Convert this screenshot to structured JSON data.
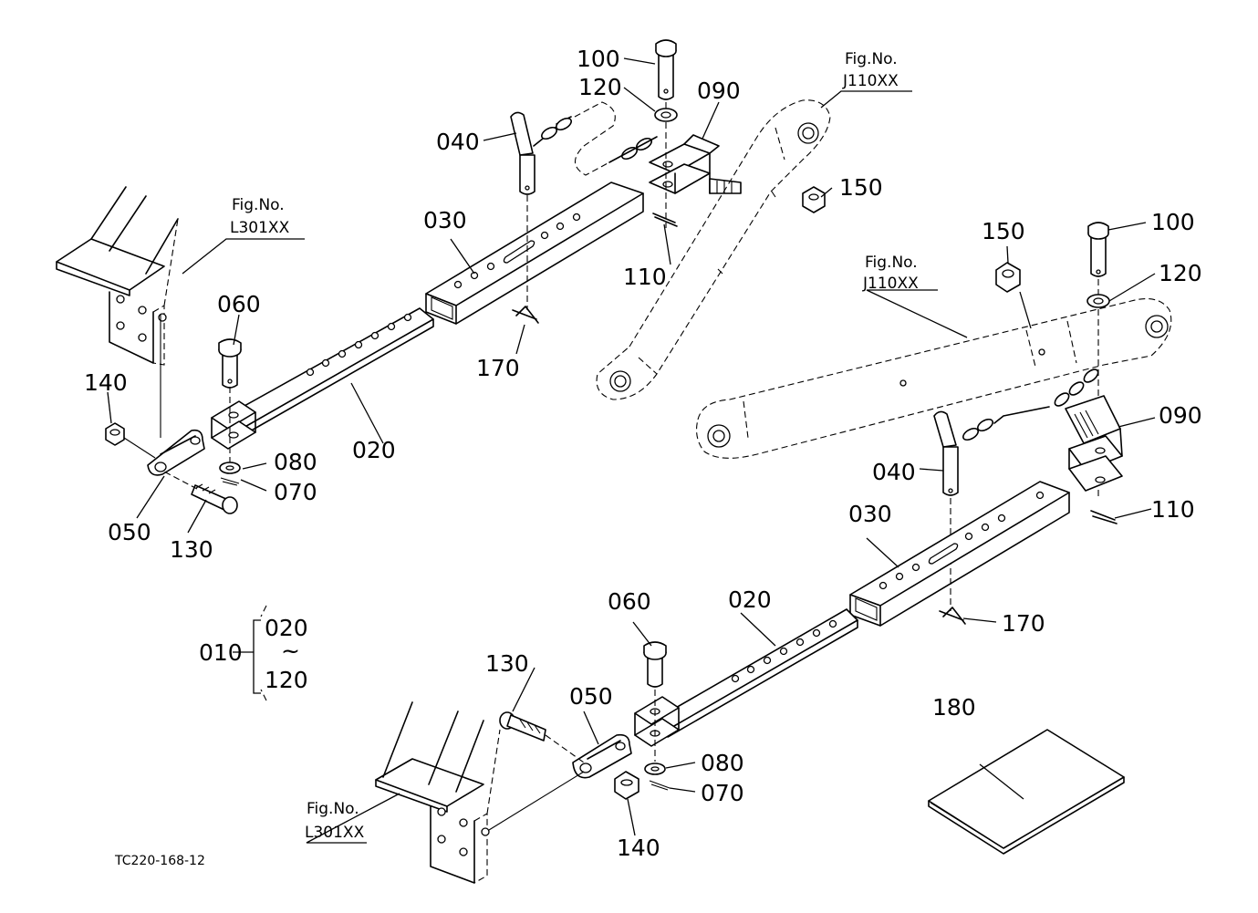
{
  "labels": {
    "p010": "010",
    "p020": "020",
    "p030": "030",
    "p040": "040",
    "p050": "050",
    "p060": "060",
    "p070": "070",
    "p080": "080",
    "p090": "090",
    "p100": "100",
    "p110": "110",
    "p120": "120",
    "p130": "130",
    "p140": "140",
    "p150": "150",
    "p170": "170",
    "p180": "180",
    "range_from": "020",
    "range_tilde": "~",
    "range_to": "120"
  },
  "refs": {
    "fig_prefix": "Fig.No.",
    "top_link": "J110XX",
    "frame": "L301XX"
  },
  "drawing_code": "TC220-168-12"
}
